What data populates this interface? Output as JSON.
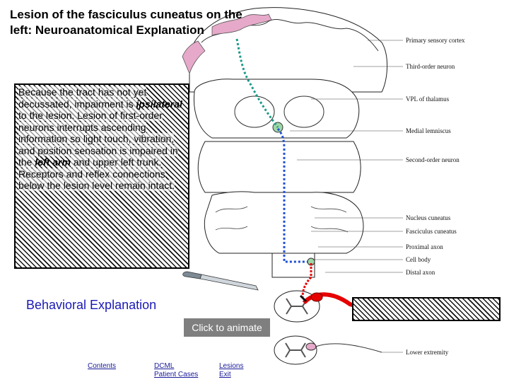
{
  "title": "Lesion of the fasciculus cuneatus on the left: Neuroanatomical Explanation",
  "explanation": {
    "text_1": "Because the tract has not yet decussated, impairment is ",
    "emphasis_1": "ipsilateral",
    "text_2": " to the lesion. Lesion of first-order neurons interrupts ascending information so light touch, vibration, and position sensation is impaired in the ",
    "emphasis_2": "left arm",
    "text_3": " and upper left trunk. Receptors and reflex connections below the lesion level remain intact."
  },
  "behavioral_link": "Behavioral Explanation",
  "animate_button": "Click to animate",
  "diagram_labels": {
    "primary_sensory_cortex": "Primary sensory cortex",
    "third_order_neuron": "Third-order neuron",
    "vpl_thalamus": "VPL of thalamus",
    "medial_lemniscus": "Medial lemniscus",
    "second_order_neuron": "Second-order neuron",
    "nucleus_cuneatus": "Nucleus cuneatus",
    "fasciculus_cuneatus": "Fasciculus cuneatus",
    "proximal_axon": "Proximal axon",
    "cell_body": "Cell body",
    "distal_axon": "Distal axon",
    "lower_extremity": "Lower extremity"
  },
  "nav": {
    "contents": "Contents",
    "dcml_line1": "DCML",
    "dcml_line2": "Patient Cases",
    "lesions": "Lesions",
    "exit": "Exit"
  },
  "colors": {
    "first_order_path": "#e60000",
    "second_order_path": "#1f4fd6",
    "third_order_path": "#1e9a8a",
    "cortex_pink": "#e6a9c9",
    "link_blue": "#1a1ab5"
  }
}
